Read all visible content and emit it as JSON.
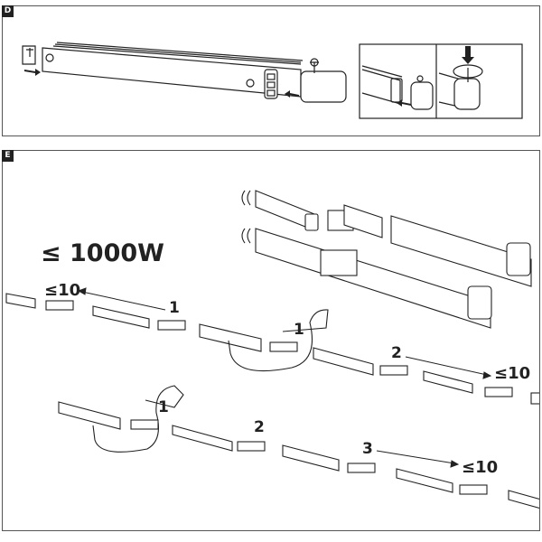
{
  "panels": {
    "d": {
      "tag": "D"
    },
    "e": {
      "tag": "E"
    }
  },
  "labels": {
    "max_power": "≤ 1000W",
    "max_count_1": "≤10",
    "max_count_2": "≤10",
    "max_count_3": "≤10",
    "feed_1a": "1",
    "feed_1b": "1",
    "feed_1c": "1",
    "feed_2a": "2",
    "feed_2b": "2",
    "feed_3": "3"
  }
}
